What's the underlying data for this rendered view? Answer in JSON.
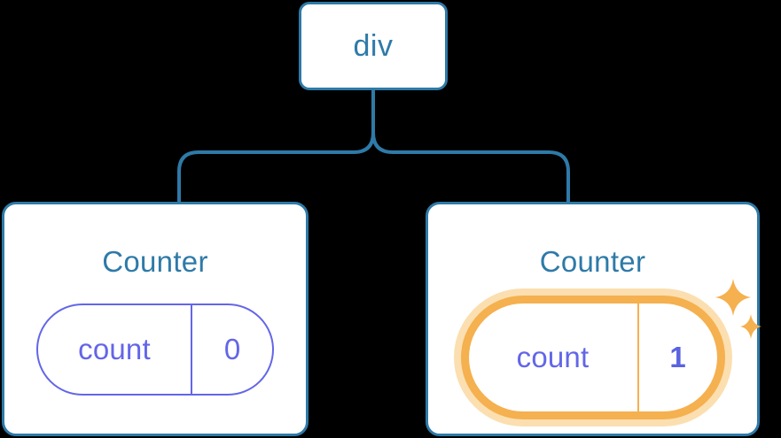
{
  "diagram": {
    "type": "component-tree",
    "background_color": "#000000",
    "accent_blue": "#2e7aa8",
    "accent_purple": "#6366e8",
    "accent_orange": "#f5b04f",
    "accent_orange_pale": "#fbdfb0",
    "root": {
      "label": "div"
    },
    "children": [
      {
        "title": "Counter",
        "state": {
          "key": "count",
          "value": "0"
        },
        "highlighted": false
      },
      {
        "title": "Counter",
        "state": {
          "key": "count",
          "value": "1"
        },
        "highlighted": true,
        "sparkle_icons": [
          "sparkle-large",
          "sparkle-small"
        ]
      }
    ]
  }
}
